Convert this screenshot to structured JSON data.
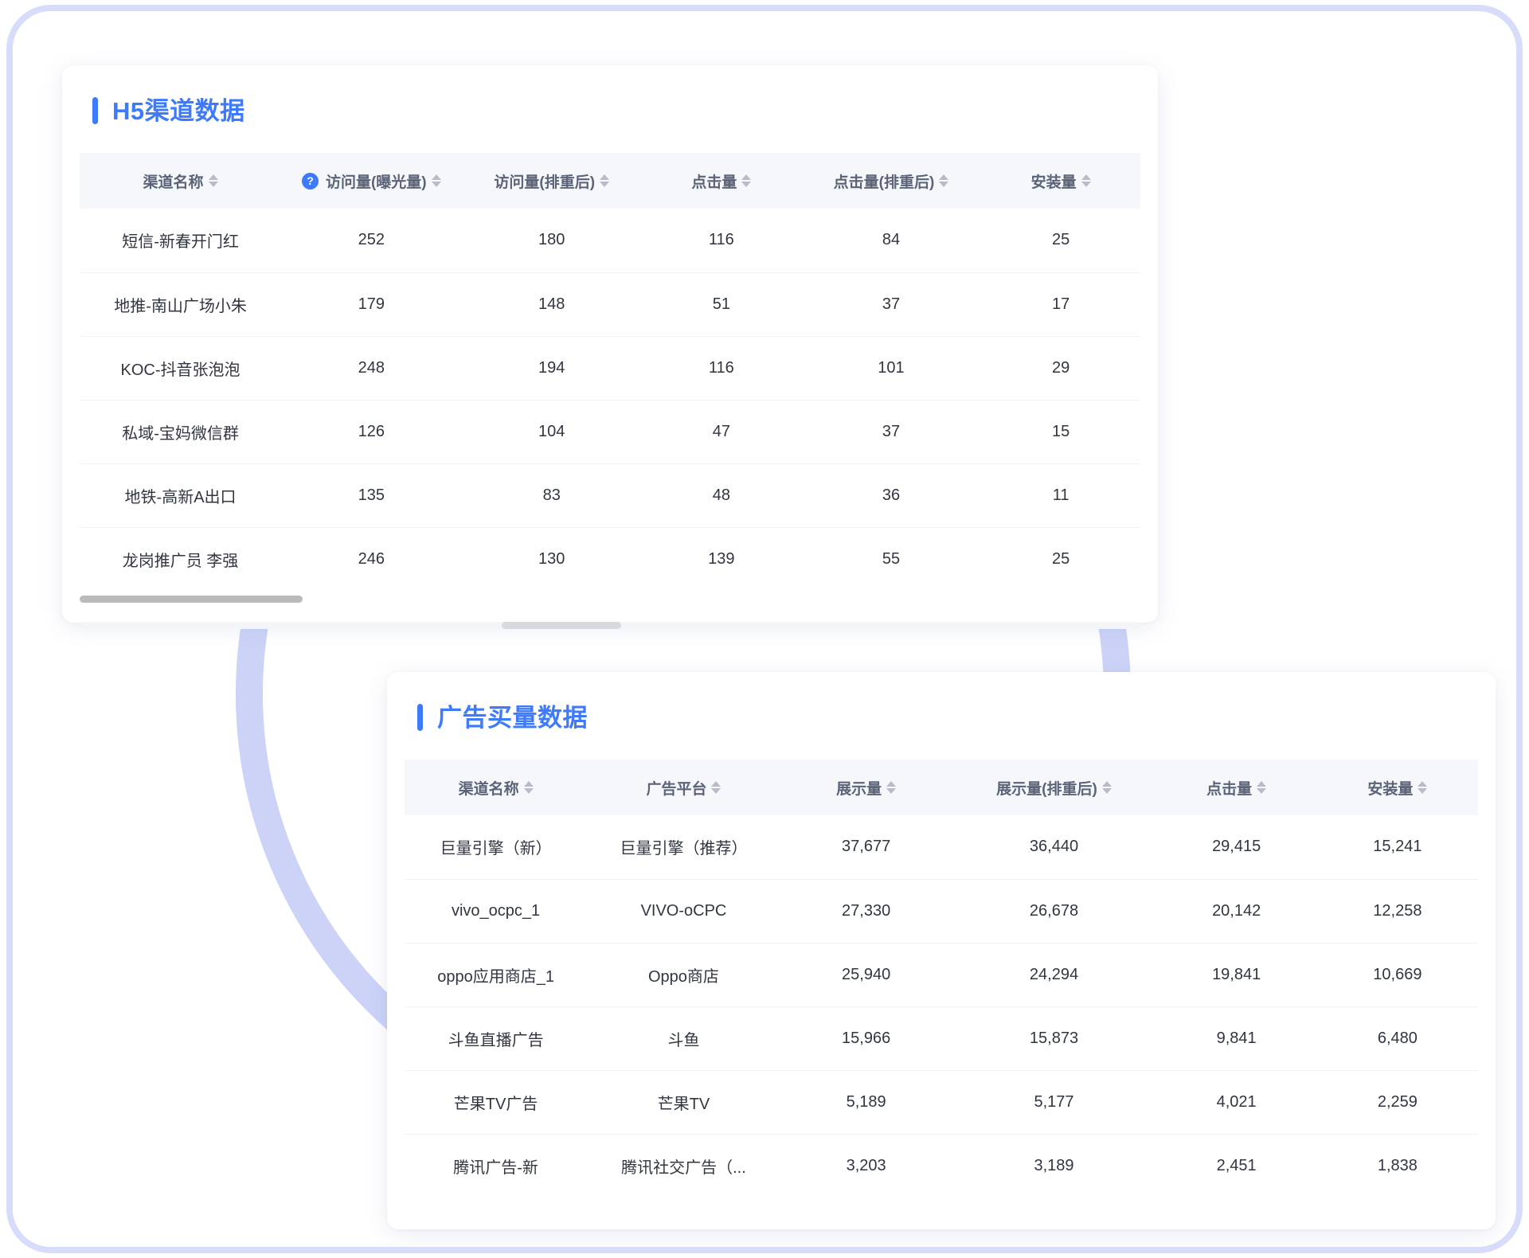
{
  "theme": {
    "accent": "#3d7afc",
    "frame_border": "#d7dcfb",
    "ring": "#ccd3f7",
    "header_bg": "#f5f7fa",
    "text": "#303540",
    "header_text": "#5a6377"
  },
  "cards": [
    {
      "id": "h5-channel-data",
      "title": "H5渠道数据",
      "columns": [
        {
          "label": "渠道名称",
          "sortable": true,
          "help": false
        },
        {
          "label": "访问量(曝光量)",
          "sortable": true,
          "help": true,
          "help_glyph": "?"
        },
        {
          "label": "访问量(排重后)",
          "sortable": true,
          "help": false
        },
        {
          "label": "点击量",
          "sortable": true,
          "help": false
        },
        {
          "label": "点击量(排重后)",
          "sortable": true,
          "help": false
        },
        {
          "label": "安装量",
          "sortable": true,
          "help": false
        }
      ],
      "rows": [
        [
          "短信-新春开门红",
          "252",
          "180",
          "116",
          "84",
          "25"
        ],
        [
          "地推-南山广场小朱",
          "179",
          "148",
          "51",
          "37",
          "17"
        ],
        [
          "KOC-抖音张泡泡",
          "248",
          "194",
          "116",
          "101",
          "29"
        ],
        [
          "私域-宝妈微信群",
          "126",
          "104",
          "47",
          "37",
          "15"
        ],
        [
          "地铁-高新A出口",
          "135",
          "83",
          "48",
          "36",
          "11"
        ],
        [
          "龙岗推广员 李强",
          "246",
          "130",
          "139",
          "55",
          "25"
        ]
      ]
    },
    {
      "id": "ad-buy-data",
      "title": "广告买量数据",
      "columns": [
        {
          "label": "渠道名称",
          "sortable": true,
          "help": false
        },
        {
          "label": "广告平台",
          "sortable": true,
          "help": false
        },
        {
          "label": "展示量",
          "sortable": true,
          "help": false
        },
        {
          "label": "展示量(排重后)",
          "sortable": true,
          "help": false
        },
        {
          "label": "点击量",
          "sortable": true,
          "help": false
        },
        {
          "label": "安装量",
          "sortable": true,
          "help": false
        }
      ],
      "rows": [
        [
          "巨量引擎（新）",
          "巨量引擎（推荐）",
          "37,677",
          "36,440",
          "29,415",
          "15,241"
        ],
        [
          "vivo_ocpc_1",
          "VIVO-oCPC",
          "27,330",
          "26,678",
          "20,142",
          "12,258"
        ],
        [
          "oppo应用商店_1",
          "Oppo商店",
          "25,940",
          "24,294",
          "19,841",
          "10,669"
        ],
        [
          "斗鱼直播广告",
          "斗鱼",
          "15,966",
          "15,873",
          "9,841",
          "6,480"
        ],
        [
          "芒果TV广告",
          "芒果TV",
          "5,189",
          "5,177",
          "4,021",
          "2,259"
        ],
        [
          "腾讯广告-新",
          "腾讯社交广告（...",
          "3,203",
          "3,189",
          "2,451",
          "1,838"
        ]
      ]
    }
  ]
}
